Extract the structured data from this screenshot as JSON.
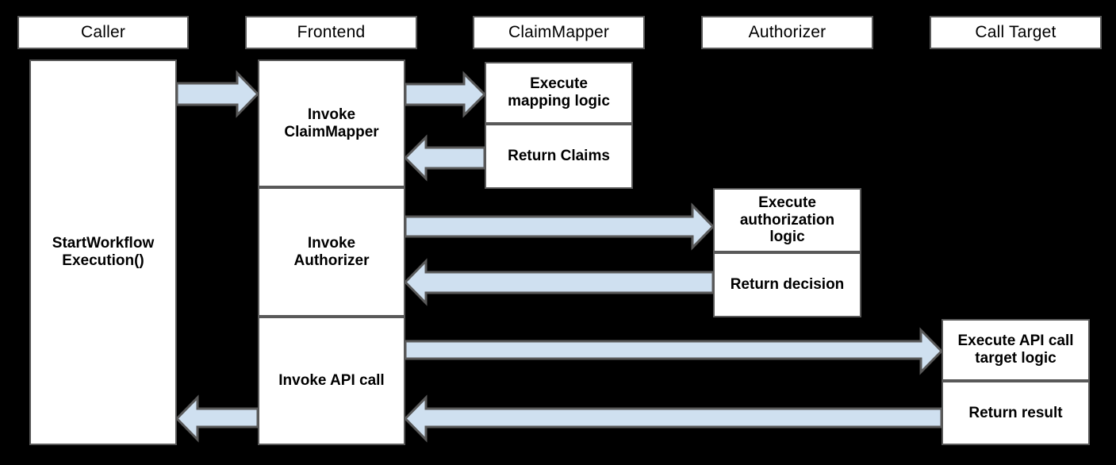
{
  "diagram": {
    "type": "sequence-diagram",
    "title": "Caller / Frontend / ClaimMapper / Authorizer / Call Target interaction",
    "background_color": "#000000",
    "box_fill": "#ffffff",
    "box_border": "#595959",
    "arrow_fill": "#cfe0f0",
    "arrow_border": "#595959",
    "text_color": "#000000"
  },
  "lifelines": [
    {
      "id": "caller",
      "label": "Caller"
    },
    {
      "id": "frontend",
      "label": "Frontend"
    },
    {
      "id": "claimmapper",
      "label": "ClaimMapper"
    },
    {
      "id": "authorizer",
      "label": "Authorizer"
    },
    {
      "id": "calltarget",
      "label": "Call Target"
    }
  ],
  "activations": [
    {
      "id": "caller-start",
      "lifeline": "caller",
      "label": "StartWorkflow\nExecution()"
    },
    {
      "id": "frontend-claim",
      "lifeline": "frontend",
      "label": "Invoke\nClaimMapper"
    },
    {
      "id": "frontend-auth",
      "lifeline": "frontend",
      "label": "Invoke\nAuthorizer"
    },
    {
      "id": "frontend-api",
      "lifeline": "frontend",
      "label": "Invoke API call"
    },
    {
      "id": "claim-execute",
      "lifeline": "claimmapper",
      "label": "Execute\nmapping logic"
    },
    {
      "id": "claim-return",
      "lifeline": "claimmapper",
      "label": "Return Claims"
    },
    {
      "id": "auth-execute",
      "lifeline": "authorizer",
      "label": "Execute\nauthorization\nlogic"
    },
    {
      "id": "auth-return",
      "lifeline": "authorizer",
      "label": "Return decision"
    },
    {
      "id": "target-execute",
      "lifeline": "calltarget",
      "label": "Execute API call\ntarget logic"
    },
    {
      "id": "target-return",
      "lifeline": "calltarget",
      "label": "Return result"
    }
  ],
  "messages": [
    {
      "id": "msg-caller-to-frontend",
      "from": "caller",
      "to": "frontend",
      "direction": "right"
    },
    {
      "id": "msg-frontend-to-claimmapper",
      "from": "frontend",
      "to": "claimmapper",
      "direction": "right"
    },
    {
      "id": "msg-claimmapper-to-frontend",
      "from": "claimmapper",
      "to": "frontend",
      "direction": "left"
    },
    {
      "id": "msg-frontend-to-authorizer",
      "from": "frontend",
      "to": "authorizer",
      "direction": "right"
    },
    {
      "id": "msg-authorizer-to-frontend",
      "from": "authorizer",
      "to": "frontend",
      "direction": "left"
    },
    {
      "id": "msg-frontend-to-calltarget",
      "from": "frontend",
      "to": "calltarget",
      "direction": "right"
    },
    {
      "id": "msg-calltarget-to-frontend",
      "from": "calltarget",
      "to": "frontend",
      "direction": "left"
    },
    {
      "id": "msg-frontend-to-caller",
      "from": "frontend",
      "to": "caller",
      "direction": "left"
    }
  ]
}
